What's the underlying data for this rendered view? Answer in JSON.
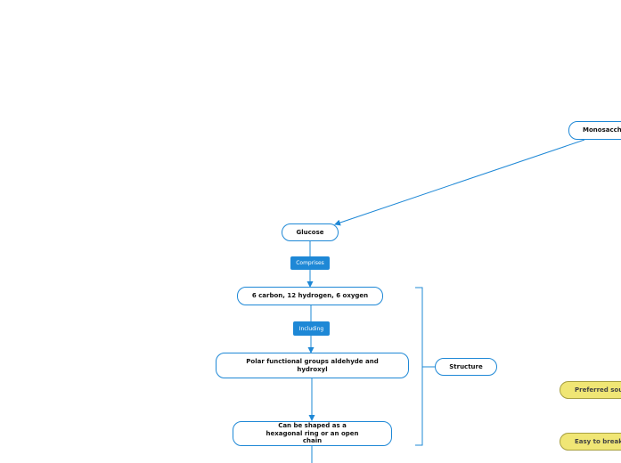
{
  "colors": {
    "connector": "#1e88d6",
    "node_border": "#1e88d6",
    "label_bg": "#1e88d6",
    "highlight_bg": "#f0e675"
  },
  "nodes": {
    "root": "Monosacch",
    "glucose": "Glucose",
    "composition": "6 carbon, 12 hydrogen, 6 oxygen",
    "functional_groups": "Polar functional groups aldehyde and hydroxyl",
    "shape": "Can be shaped as a hexagonal ring or an open chain",
    "structure": "Structure",
    "preferred": "Preferred sou",
    "easy": "Easy to break"
  },
  "labels": {
    "comprises": "Comprises",
    "including": "Including"
  }
}
